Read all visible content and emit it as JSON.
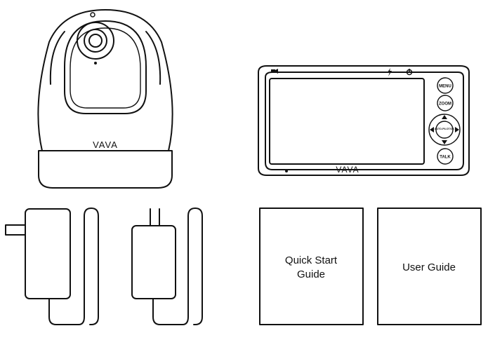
{
  "camera": {
    "brand": "VAVA"
  },
  "monitor": {
    "brand": "VAVA",
    "buttons": {
      "menu": "MENU",
      "zoom": "ZOOM",
      "ok": "AUTO-PILOT/OK",
      "talk": "TALK"
    },
    "icons": [
      "camera-icon",
      "lightning-icon",
      "power-icon",
      "arrow-up-icon",
      "arrow-down-icon",
      "arrow-left-icon",
      "arrow-right-icon"
    ]
  },
  "documents": {
    "quick_start_line1": "Quick Start",
    "quick_start_line2": "Guide",
    "user_guide": "User Guide"
  }
}
